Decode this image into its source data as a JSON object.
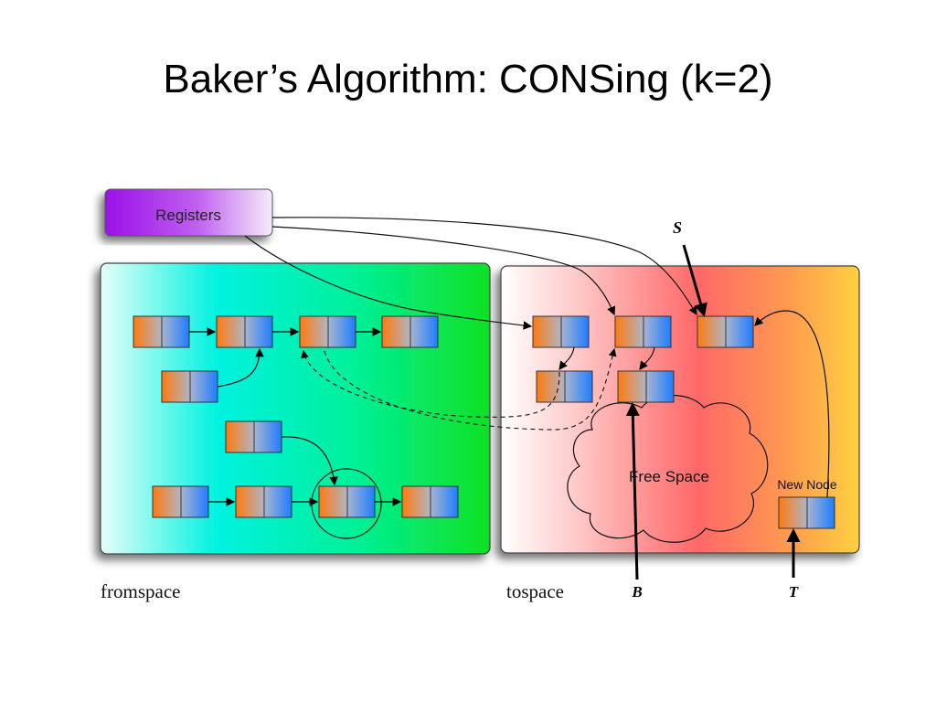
{
  "slide": {
    "title": "Baker’s Algorithm: CONSing (k=2)"
  },
  "diagram": {
    "registers_label": "Registers",
    "fromspace_label": "fromspace",
    "tospace_label": "tospace",
    "free_space_label": "Free Space",
    "new_node_label": "New Node",
    "pointer_s": "S",
    "pointer_b": "B",
    "pointer_t": "T"
  },
  "colors": {
    "registers": "#a020f0",
    "fromspace_start": "#e0ffff",
    "fromspace_mid": "#00f5d4",
    "fromspace_end": "#10e030",
    "tospace_start": "#ffffff",
    "tospace_mid": "#ff6a6a",
    "tospace_end": "#ffcc44",
    "cell_orange": "#ff7f1a",
    "cell_blue": "#2f86ff"
  }
}
